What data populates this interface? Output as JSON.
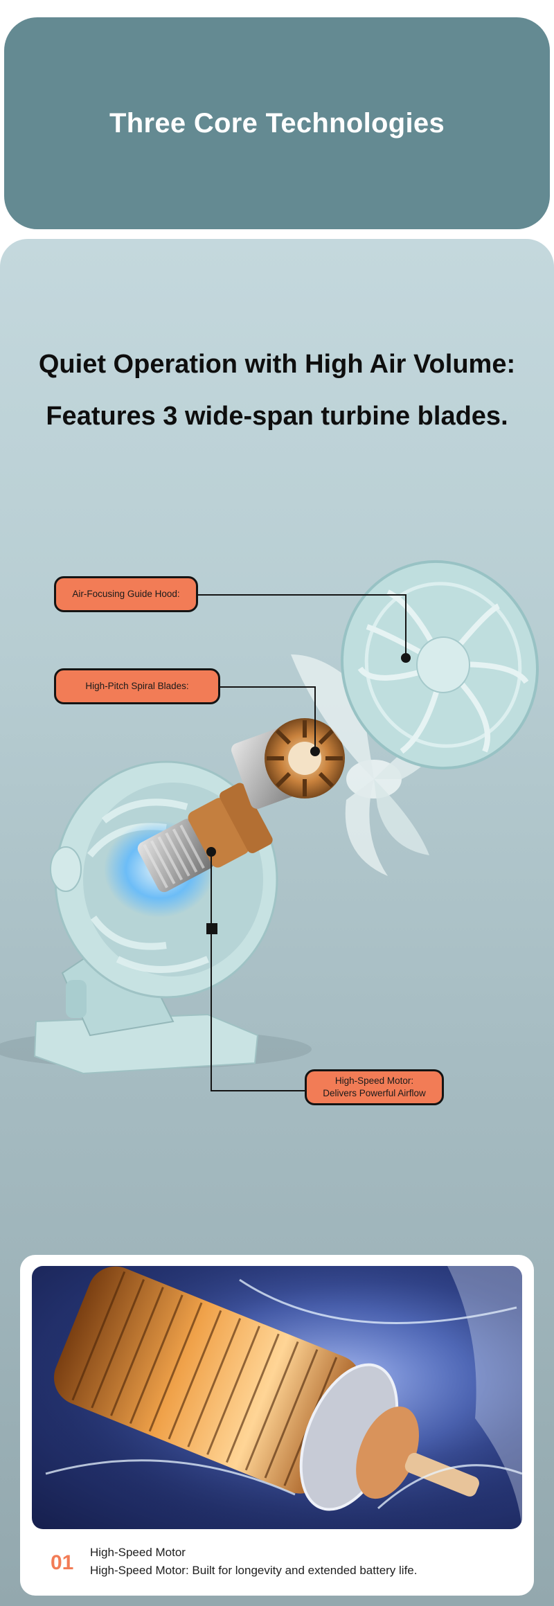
{
  "header": {
    "title": "Three Core Technologies"
  },
  "headline": {
    "line1": "Quiet Operation with High Air Volume:",
    "line2": "Features 3 wide-span turbine blades."
  },
  "callouts": {
    "guide_hood": "Air-Focusing Guide Hood:",
    "spiral_blades": "High-Pitch Spiral Blades:",
    "motor_line1": "High-Speed Motor:",
    "motor_line2": "Delivers Powerful Airflow"
  },
  "feature_card": {
    "number": "01",
    "title": "High-Speed Motor",
    "description": "High-Speed Motor: Built for longevity and extended battery life."
  },
  "colors": {
    "header_bg": "#648a92",
    "callout_bg": "#f27c56",
    "accent": "#f27c56",
    "fan_body": "#bcdcdc"
  }
}
